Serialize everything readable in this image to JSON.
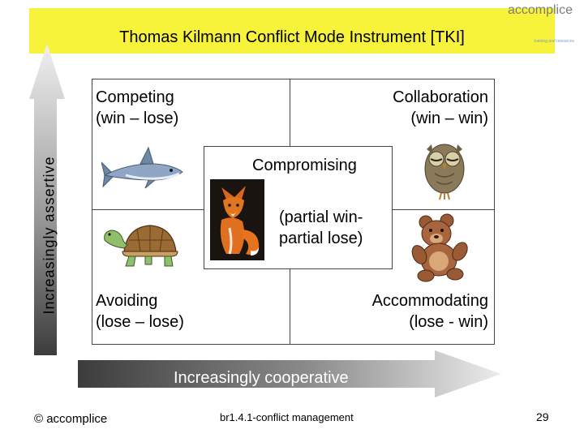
{
  "title": "Thomas Kilmann Conflict Mode Instrument [TKI]",
  "brand": {
    "logo_text": "accomplice",
    "logo_sub": "training and resources"
  },
  "axes": {
    "vertical_label": "Increasingly assertive",
    "horizontal_label": "Increasingly cooperative"
  },
  "quadrants": {
    "top_left": {
      "line1": "Competing",
      "line2": "(win – lose)",
      "image": "shark"
    },
    "top_right": {
      "line1": "Collaboration",
      "line2": "(win – win)",
      "image": "owl"
    },
    "bottom_left": {
      "line1": "Avoiding",
      "line2": "(lose – lose)",
      "image": "turtle"
    },
    "bottom_right": {
      "line1": "Accommodating",
      "line2": "(lose - win)",
      "image": "teddy-bear"
    }
  },
  "center": {
    "title": "Compromising",
    "line1": "(partial win-",
    "line2": "partial lose)",
    "image": "fox"
  },
  "footer": {
    "copyright": "© accomplice",
    "center": "br1.4.1-conflict management",
    "page": "29"
  },
  "colors": {
    "banner": "#f7f23a",
    "arrow_light": "#e6e6e6",
    "arrow_dark": "#3c3c3c"
  }
}
